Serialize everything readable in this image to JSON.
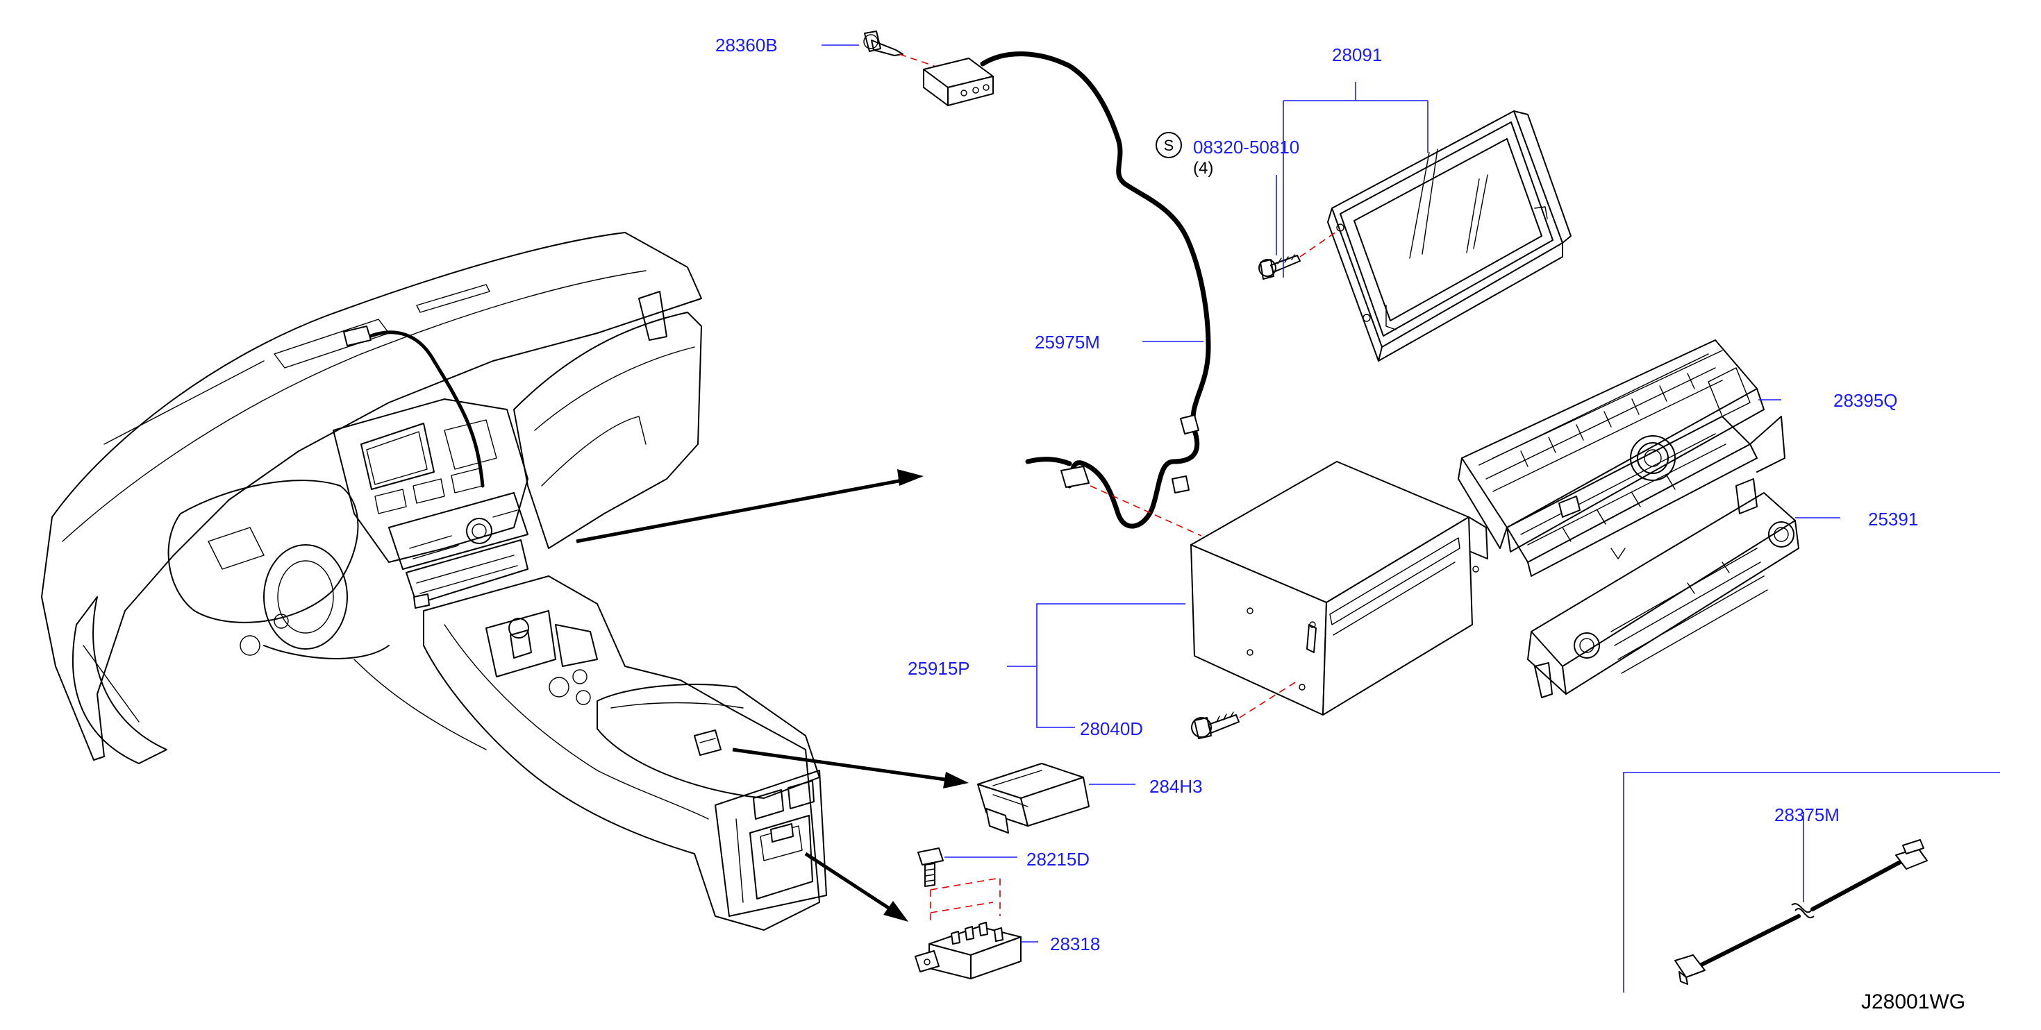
{
  "diagram_code": "J28001WG",
  "colors": {
    "label": "#1a1aff",
    "leader": "#1a1aff",
    "dashed_guide": "#e00000",
    "ink": "#000000"
  },
  "symbol_s": "S",
  "callouts": {
    "p28360B": "28360B",
    "p28091": "28091",
    "p08320": "08320-50810",
    "p08320_qty": "(4)",
    "p25975M": "25975M",
    "p28395Q": "28395Q",
    "p25391": "25391",
    "p25915P": "25915P",
    "p28040D": "28040D",
    "p284H3": "284H3",
    "p28215D": "28215D",
    "p28318": "28318",
    "p28375M": "28375M"
  }
}
